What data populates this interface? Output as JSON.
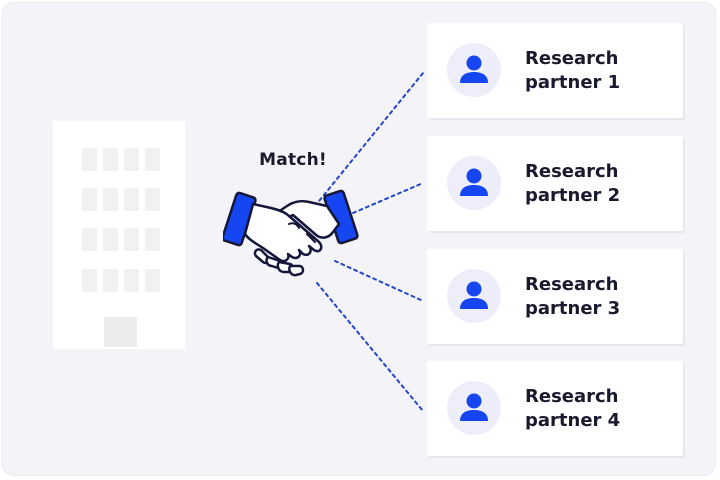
{
  "match_label": "Match!",
  "partners": [
    {
      "line1": "Research",
      "line2": "partner 1"
    },
    {
      "line1": "Research",
      "line2": "partner 2"
    },
    {
      "line1": "Research",
      "line2": "partner 3"
    },
    {
      "line1": "Research",
      "line2": "partner 4"
    }
  ],
  "icons": {
    "building": "building-icon",
    "handshake": "handshake-icon",
    "partner": "person-icon"
  },
  "colors": {
    "accent_blue": "#1546f2",
    "connector_blue": "#2346c9",
    "outline_dark": "#14163a",
    "background": "#f3f3f8",
    "avatar_bg": "#eeeefb"
  }
}
